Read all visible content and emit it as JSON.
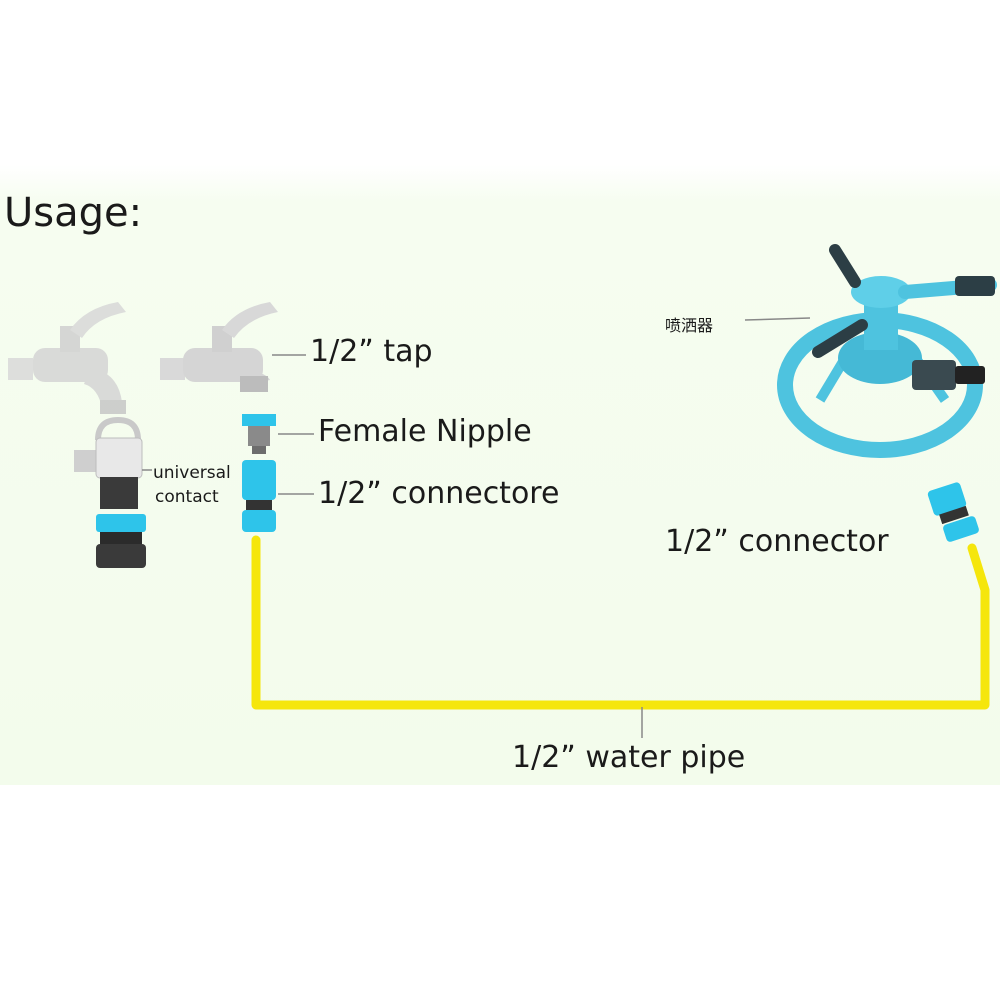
{
  "diagram": {
    "title": "Usage:",
    "tap_label": "1/2”  tap",
    "female_nipple_label": "Female Nipple",
    "connector_left_label": "1/2”   connectore",
    "universal_label": "universal",
    "contact_label": "contact",
    "sprinkler_label": "喷洒器",
    "connector_right_label": "1/2” connector",
    "water_pipe_label": "1/2”  water pipe"
  },
  "colors": {
    "pipe_yellow": "#f5e60c",
    "connector_blue": "#2ec4ea",
    "sprinkler_blue": "#4ec3df",
    "tap_gray": "#d5d5d5",
    "text": "#1a1a1a"
  }
}
